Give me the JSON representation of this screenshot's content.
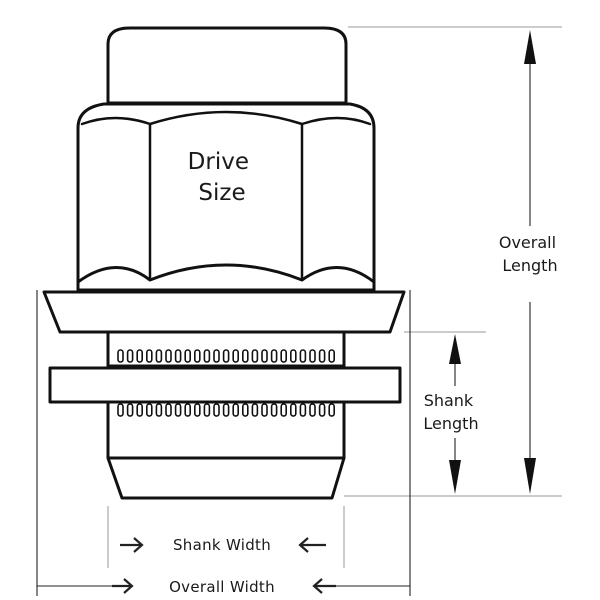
{
  "labels": {
    "drive_size": [
      "Drive",
      "Size"
    ],
    "overall_length": [
      "Overall",
      "Length"
    ],
    "shank_length": [
      "Shank",
      "Length"
    ],
    "shank_width": "Shank Width",
    "overall_width": "Overall Width"
  }
}
